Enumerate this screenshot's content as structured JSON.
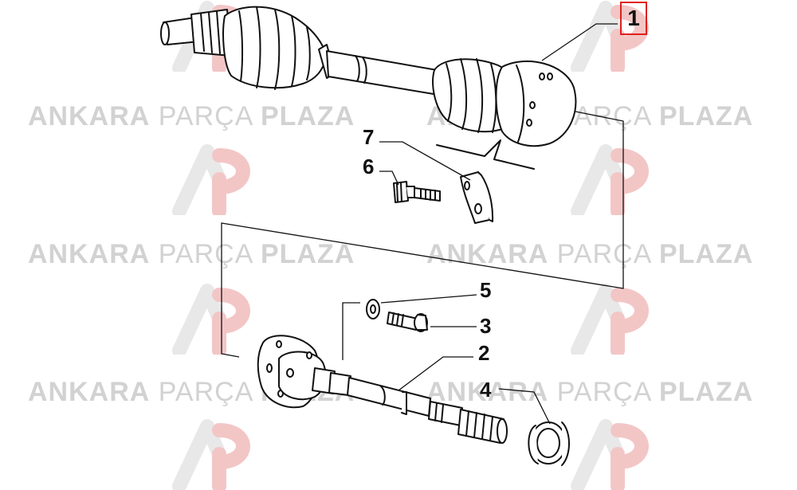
{
  "watermark": {
    "brand_bold_1": "ANKARA",
    "brand_light": "PARÇA",
    "brand_bold_2": "PLAZA",
    "color": "#d2d2d2",
    "logo_accent": "#e23a3a"
  },
  "callouts": {
    "c1": "1",
    "c2": "2",
    "c3": "3",
    "c4": "4",
    "c5": "5",
    "c6": "6",
    "c7": "7",
    "highlight_color": "#e0201c"
  },
  "icons": {
    "logo": "ap-logo-icon"
  }
}
